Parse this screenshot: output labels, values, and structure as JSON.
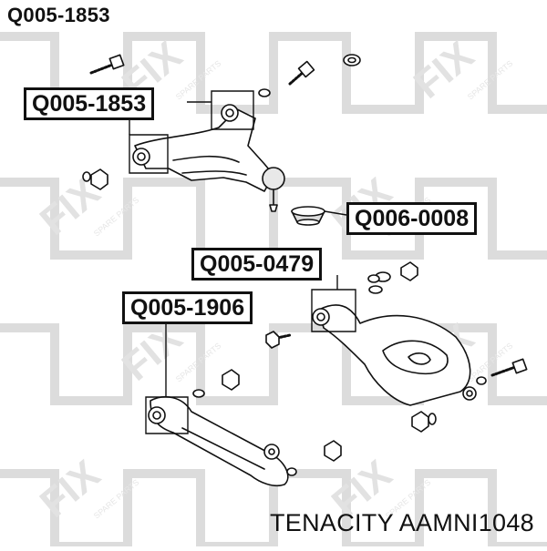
{
  "header": {
    "title": "Q005-1853"
  },
  "callouts": {
    "upper_arm": "Q005-1853",
    "ball_joint_boot": "Q006-0008",
    "lower_rear": "Q005-0479",
    "lower_front": "Q005-1906"
  },
  "watermark": {
    "brand": "FIX",
    "tagline": "SPARE PARTS"
  },
  "footer": {
    "text": "TENACITY AAMNI1048"
  },
  "colors": {
    "line": "#111111",
    "watermark": "#d9d9d9",
    "background": "#ffffff"
  }
}
